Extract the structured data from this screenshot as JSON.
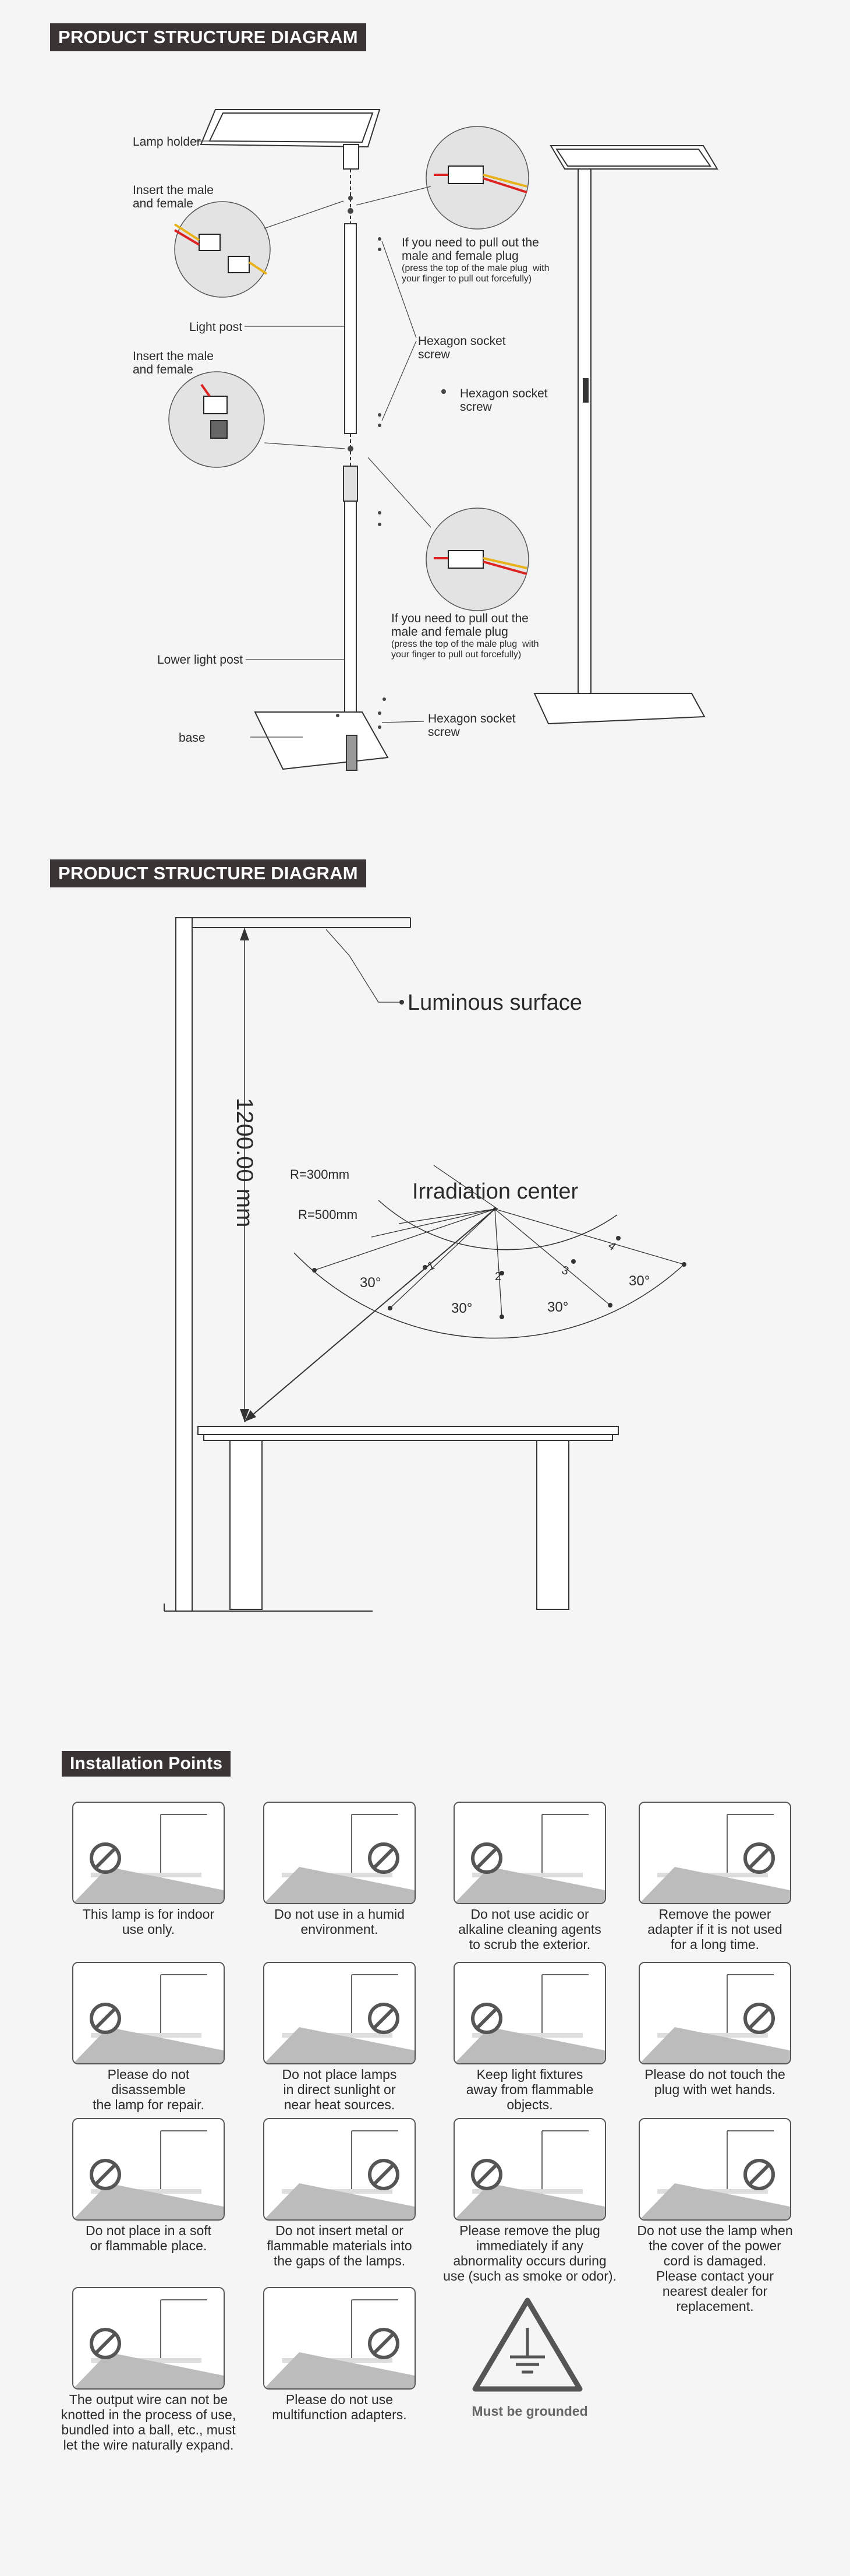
{
  "section1": {
    "title": "PRODUCT STRUCTURE DIAGRAM",
    "labels": {
      "lamp_holder": "Lamp holder",
      "insert_plug_1": "Insert the male\nand female",
      "light_post": "Light post",
      "insert_plug_2": "Insert the male\nand female",
      "lower_light_post": "Lower light post",
      "base": "base",
      "hex_screw_1": "Hexagon socket\nscrew",
      "hex_screw_2": "Hexagon socket\nscrew",
      "hex_screw_3": "Hexagon socket\nscrew",
      "pull_out_1": "If you need to pull out the\nmale and female plug",
      "pull_out_1_note": "(press the top of the male plug  with\nyour finger to pull out forcefully)",
      "pull_out_2": "If you need to pull out the\nmale and female plug",
      "pull_out_2_note": "(press the top of the male plug  with\nyour finger to pull out forcefully)"
    }
  },
  "section2": {
    "title": "PRODUCT STRUCTURE DIAGRAM",
    "luminous_surface": "Luminous surface",
    "height": "1200.00 mm",
    "irradiation_center": "Irradiation center",
    "r300": "R=300mm",
    "r500": "R=500mm",
    "angles": [
      "30°",
      "30°",
      "30°",
      "30°"
    ],
    "points": [
      "1",
      "2",
      "3",
      "4"
    ]
  },
  "section3": {
    "title": "Installation Points",
    "items": [
      "This lamp is for indoor\nuse only.",
      "Do not use in a humid\nenvironment.",
      "Do not use acidic or\nalkaline cleaning agents\nto scrub the exterior.",
      "Remove the power\nadapter if it is not used\nfor a long time.",
      "Please do not\ndisassemble\nthe lamp for repair.",
      "Do not place lamps\nin direct sunlight or\nnear heat sources.",
      "Keep light fixtures\naway from flammable\nobjects.",
      "Please do not touch the\nplug with wet hands.",
      "Do not place in a soft\nor flammable place.",
      "Do not insert metal or\nflammable materials into\nthe gaps of the lamps.",
      "Please remove the plug\nimmediately if any\nabnormality occurs during\nuse (such as smoke or odor).",
      "Do not use the lamp when\nthe cover of the power\ncord is damaged.\nPlease contact your\nnearest dealer for\nreplacement.",
      "The output wire can not be\nknotted in the process of use,\nbundled into a ball, etc., must\nlet the wire naturally expand.",
      "Please do not use\nmultifunction adapters."
    ],
    "grounded": "Must be grounded"
  }
}
